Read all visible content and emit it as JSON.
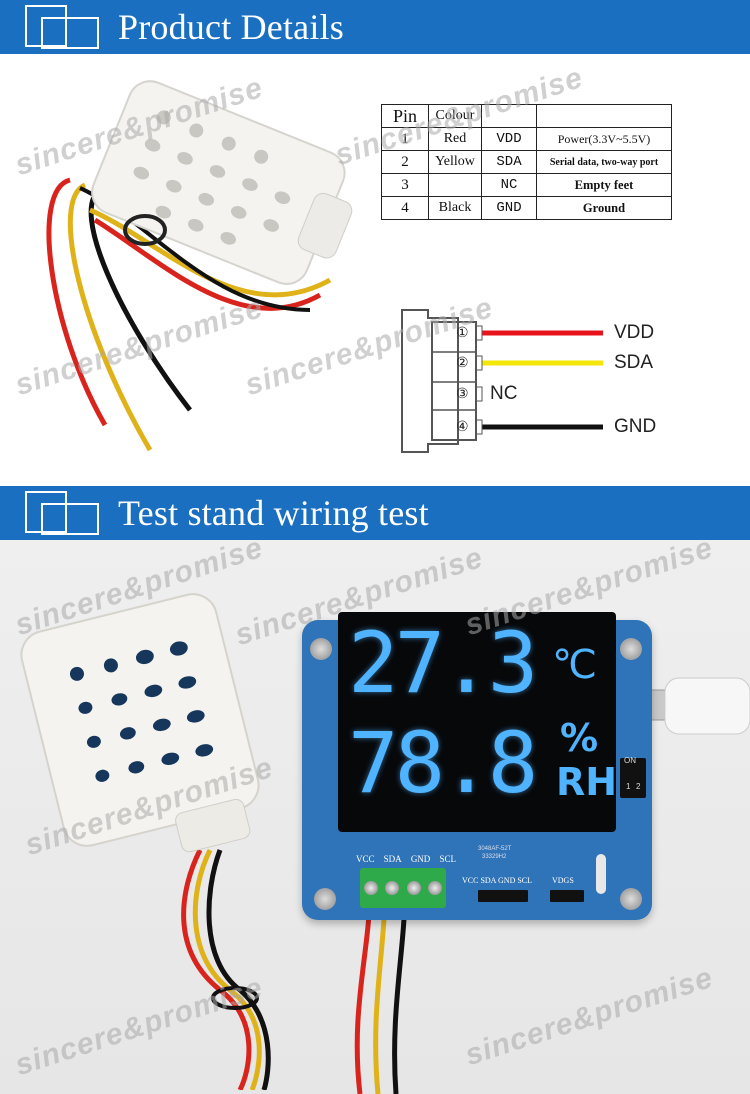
{
  "sections": {
    "product_details": "Product Details",
    "test_stand": "Test stand wiring test"
  },
  "pin_table": {
    "header": {
      "pin": "Pin",
      "colour": "Colour",
      "signal": "",
      "function": ""
    },
    "rows": [
      {
        "pin": "1",
        "colour": "Red",
        "signal": "VDD",
        "function": "Power(3.3V~5.5V)"
      },
      {
        "pin": "2",
        "colour": "Yellow",
        "signal": "SDA",
        "function": "Serial data, two-way port"
      },
      {
        "pin": "3",
        "colour": "",
        "signal": "NC",
        "function": "Empty feet"
      },
      {
        "pin": "4",
        "colour": "Black",
        "signal": "GND",
        "function": "Ground"
      }
    ]
  },
  "wiring_diagram": {
    "pins": [
      "①",
      "②",
      "③",
      "④"
    ],
    "labels": [
      "VDD",
      "SDA",
      "NC",
      "GND"
    ],
    "wire_colors": [
      "#e8141c",
      "#f5e60a",
      "",
      "#111111"
    ]
  },
  "display": {
    "temperature": "27.3",
    "temp_unit": "℃",
    "humidity": "78.8",
    "humidity_unit_top": "%",
    "humidity_unit_bottom": "RH",
    "digit_color": "#4fb3ff"
  },
  "board": {
    "terminal_labels": [
      "VCC",
      "SDA",
      "GND",
      "SCL"
    ],
    "header_labels": "VCC SDA GND SCL",
    "vdgs_label": "VDGS",
    "chip_text_1": "3048AF-52T",
    "chip_text_2": "33329H2",
    "switch_label": "ON",
    "switch_num_1": "1",
    "switch_num_2": "2"
  },
  "watermark": "sincere&promise",
  "colors": {
    "banner": "#1a6fc0",
    "board": "#2f74b8",
    "terminal": "#2eaa4a"
  }
}
